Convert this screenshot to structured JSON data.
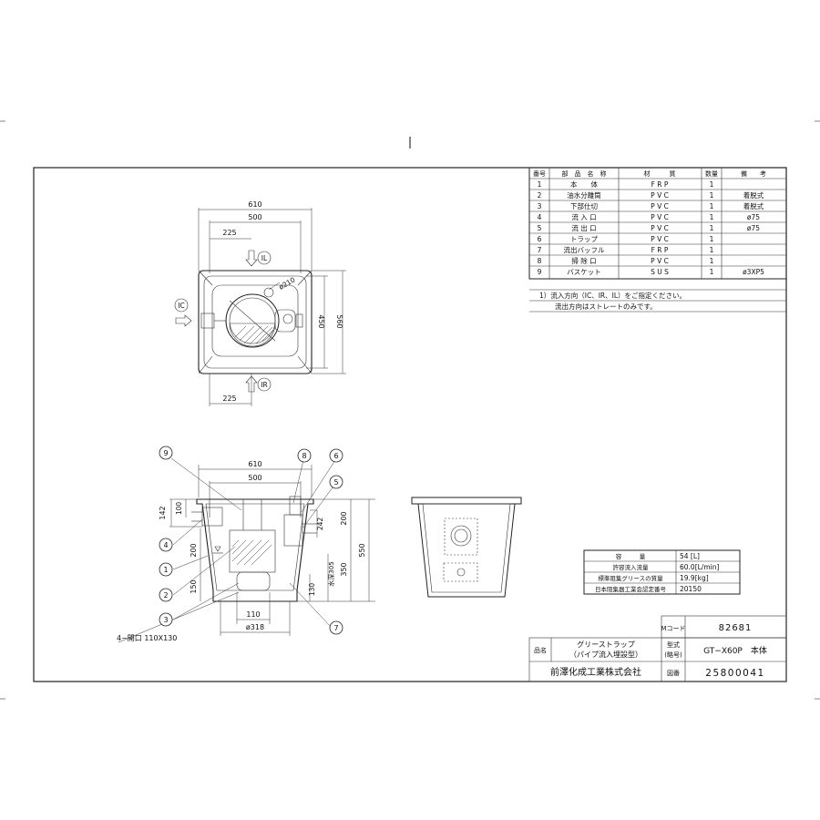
{
  "parts_table": {
    "headers": [
      "番号",
      "部　品　名　称",
      "材　　　質",
      "数量",
      "備　　考"
    ],
    "rows": [
      {
        "no": "1",
        "name": "本　　体",
        "material": "F R P",
        "qty": "1",
        "note": ""
      },
      {
        "no": "2",
        "name": "油水分離筒",
        "material": "P V C",
        "qty": "1",
        "note": "着脱式"
      },
      {
        "no": "3",
        "name": "下部仕切",
        "material": "P V C",
        "qty": "1",
        "note": "着脱式"
      },
      {
        "no": "4",
        "name": "流 入 口",
        "material": "P V C",
        "qty": "1",
        "note": "ø75"
      },
      {
        "no": "5",
        "name": "流 出 口",
        "material": "P V C",
        "qty": "1",
        "note": "ø75"
      },
      {
        "no": "6",
        "name": "トラップ",
        "material": "P V C",
        "qty": "1",
        "note": ""
      },
      {
        "no": "7",
        "name": "流出バッフル",
        "material": "F R P",
        "qty": "1",
        "note": ""
      },
      {
        "no": "8",
        "name": "掃 除 口",
        "material": "P V C",
        "qty": "1",
        "note": ""
      },
      {
        "no": "9",
        "name": "バスケット",
        "material": "S U S",
        "qty": "1",
        "note": "ø3XP5"
      }
    ]
  },
  "notes": [
    "1）流入方向（IC、IR、IL）をご指定ください。",
    "流出方向はストレートのみです。"
  ],
  "plan_view": {
    "dim_610": "610",
    "dim_500": "500",
    "dim_225_top": "225",
    "dim_225_bottom": "225",
    "dim_450": "450",
    "dim_560": "560",
    "dim_phi210": "ø210",
    "inlet_ic": "IC",
    "inlet_il": "IL",
    "inlet_ir": "IR"
  },
  "section_view": {
    "dim_610": "610",
    "dim_500": "500",
    "dim_142": "142",
    "dim_100": "100",
    "dim_200_left": "200",
    "dim_150": "150",
    "dim_110": "110",
    "dim_phi318": "ø318",
    "dim_242": "242",
    "dim_200_right": "200",
    "dim_350": "350",
    "dim_305": "水深305",
    "dim_130": "130",
    "dim_550": "550",
    "opening_note": "4−開口 110X130",
    "callouts": [
      "9",
      "8",
      "6",
      "5",
      "4",
      "1",
      "2",
      "3",
      "7"
    ]
  },
  "specs": {
    "rows": [
      {
        "label": "容　　　量",
        "value": "54 [L]"
      },
      {
        "label": "許容流入流量",
        "value": "60.0[L/min]"
      },
      {
        "label": "標準阻集グリースの質量",
        "value": "19.9[kg]"
      },
      {
        "label": "日本阻集器工業会認定番号",
        "value": "20150"
      }
    ]
  },
  "title_block": {
    "mcode_label": "Mコード",
    "mcode_value": "82681",
    "hinmei_label": "品名",
    "product_name_1": "グリーストラップ",
    "product_name_2": "（パイプ流入埋設型）",
    "model_label_1": "型式",
    "model_label_2": "(略号)",
    "model_value": "GT−X60P　本体",
    "company": "前澤化成工業株式会社",
    "drawing_label": "図番",
    "drawing_number": "25800041"
  }
}
